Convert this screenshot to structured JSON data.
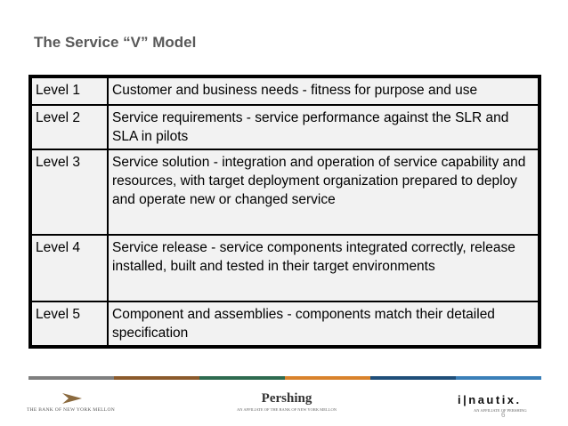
{
  "title": "The Service “V” Model",
  "rows": [
    {
      "level": "Level 1",
      "description": "Customer and business needs - fitness for purpose and use"
    },
    {
      "level": "Level 2",
      "description": "Service requirements - service performance against the SLR and SLA in pilots"
    },
    {
      "level": "Level 3",
      "description": "Service solution - integration and operation of service capability and resources, with target deployment organization prepared to deploy and operate new or changed service"
    },
    {
      "level": "Level 4",
      "description": "Service release - service components integrated correctly, release installed, built and tested in their target environments"
    },
    {
      "level": "Level 5",
      "description": "Component and assemblies - components match their detailed specification"
    }
  ],
  "footer": {
    "stripe_colors": [
      "#7f7f7f",
      "#8b5a2b",
      "#2e6b4f",
      "#d9822b",
      "#1f4e79",
      "#3a7fb8"
    ],
    "logo_left_text": "THE BANK OF NEW YORK MELLON",
    "logo_center_name": "Pershing",
    "logo_center_sub": "AN AFFILIATE OF THE BANK OF NEW YORK MELLON",
    "logo_right_name": "i|nautix.",
    "logo_right_sub": "AN AFFILIATE OF PERSHING",
    "page_number": "6"
  }
}
